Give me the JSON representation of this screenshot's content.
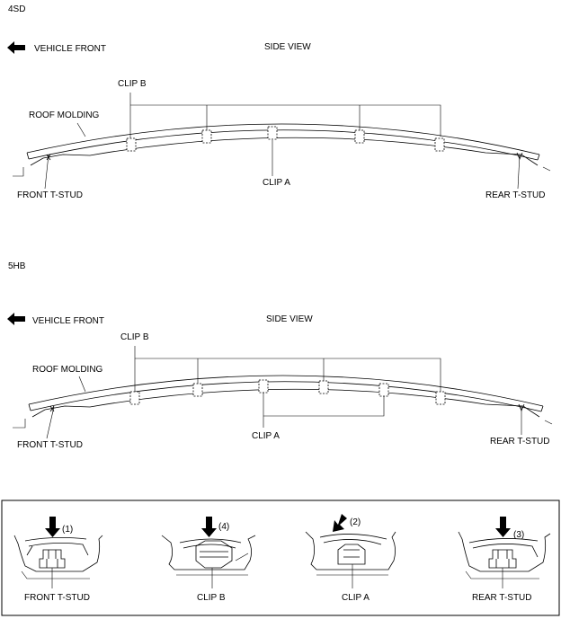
{
  "sections": [
    {
      "variant": "4SD",
      "direction_label": "VEHICLE FRONT",
      "view_label": "SIDE VIEW",
      "labels": {
        "clip_b": "CLIP B",
        "roof_molding": "ROOF MOLDING",
        "clip_a": "CLIP A",
        "front_t_stud": "FRONT T-STUD",
        "rear_t_stud": "REAR T-STUD"
      }
    },
    {
      "variant": "5HB",
      "direction_label": "VEHICLE FRONT",
      "view_label": "SIDE VIEW",
      "labels": {
        "clip_b": "CLIP B",
        "roof_molding": "ROOF MOLDING",
        "clip_a": "CLIP A",
        "front_t_stud": "FRONT T-STUD",
        "rear_t_stud": "REAR T-STUD"
      }
    }
  ],
  "procedure": [
    {
      "step": "(1)",
      "label": "FRONT T-STUD"
    },
    {
      "step": "(4)",
      "label": "CLIP B"
    },
    {
      "step": "(2)",
      "label": "CLIP A"
    },
    {
      "step": "(3)",
      "label": "REAR T-STUD"
    }
  ]
}
